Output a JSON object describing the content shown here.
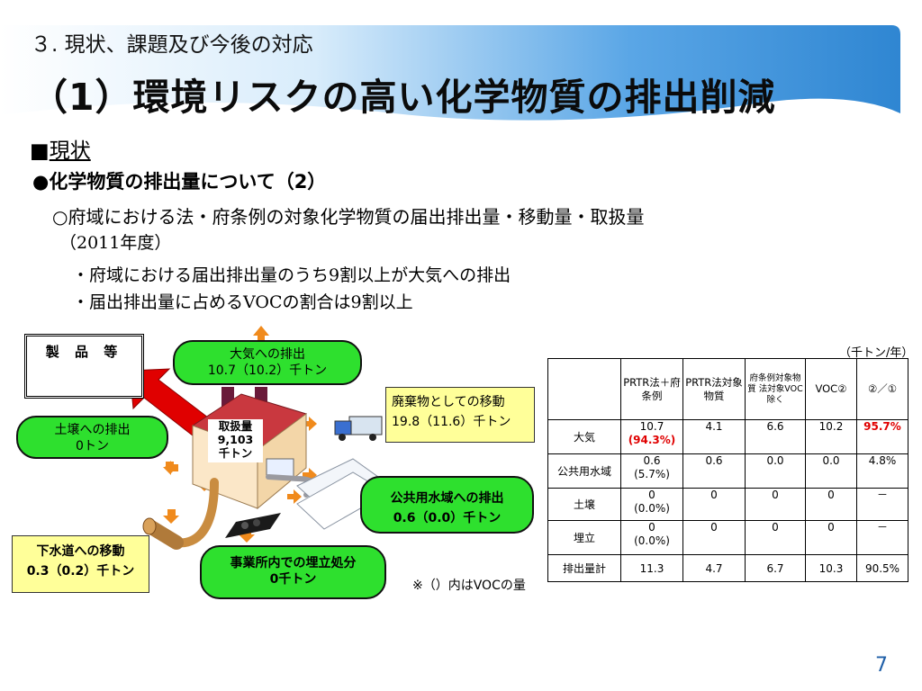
{
  "header": {
    "section_title": "３. 現状、課題及び今後の対応",
    "main_title": "（1）環境リスクの高い化学物質の排出削減",
    "band_color": "#3a8fd6"
  },
  "body": {
    "status_marker": "■",
    "status_label": "現状",
    "subheading": "●化学物質の排出量について（2）",
    "description_line1": "○府域における法・府条例の対象化学物質の届出排出量・移動量・取扱量",
    "description_line2": "（2011年度）",
    "bullet1": "・府域における届出排出量のうち9割以上が大気への排出",
    "bullet2": "・届出排出量に占めるVOCの割合は9割以上"
  },
  "diagram": {
    "products_label": "製 品 等",
    "air": {
      "line1": "大気への排出",
      "line2": "10.7（10.2）千トン"
    },
    "waste": {
      "line1": "廃棄物としての移動",
      "line2": "19.8（11.6）千トン"
    },
    "soil": {
      "line1": "土壌への排出",
      "line2": "0トン"
    },
    "handling": {
      "line1": "取扱量",
      "line2": "9,103",
      "line3": "千トン"
    },
    "water": {
      "line1": "公共用水域への排出",
      "line2": "0.6（0.0）千トン"
    },
    "sewer": {
      "line1": "下水道への移動",
      "line2": "0.3（0.2）千トン"
    },
    "landfill": {
      "line1": "事業所内での埋立処分",
      "line2": "0千トン"
    },
    "note": "※（）内はVOCの量",
    "box_green": "#2ee02e",
    "box_yellow": "#ffff99",
    "arrow_red": "#e00000",
    "arrow_orange": "#f08a1c"
  },
  "table": {
    "unit": "（千トン/年）",
    "headers": {
      "col1": "PRTR法＋府条例",
      "col2": "PRTR法対象物質",
      "col3": "府条例対象物質 法対象VOC除く",
      "col4": "VOC②",
      "col5": "②／①"
    },
    "rows": [
      {
        "name": "大気",
        "c1": "10.7",
        "c1b": "(94.3%)",
        "c2": "4.1",
        "c3": "6.6",
        "c4": "10.2",
        "c5": "95.7%"
      },
      {
        "name": "公共用水域",
        "c1": "0.6",
        "c1b": "(5.7%)",
        "c2": "0.6",
        "c3": "0.0",
        "c4": "0.0",
        "c5": "4.8%"
      },
      {
        "name": "土壌",
        "c1": "0",
        "c1b": "(0.0%)",
        "c2": "0",
        "c3": "0",
        "c4": "0",
        "c5": "－"
      },
      {
        "name": "埋立",
        "c1": "0",
        "c1b": "(0.0%)",
        "c2": "0",
        "c3": "0",
        "c4": "0",
        "c5": "－"
      },
      {
        "name": "排出量計",
        "c1": "11.3",
        "c1b": "",
        "c2": "4.7",
        "c3": "6.7",
        "c4": "10.3",
        "c5": "90.5%"
      }
    ]
  },
  "page_number": "7"
}
